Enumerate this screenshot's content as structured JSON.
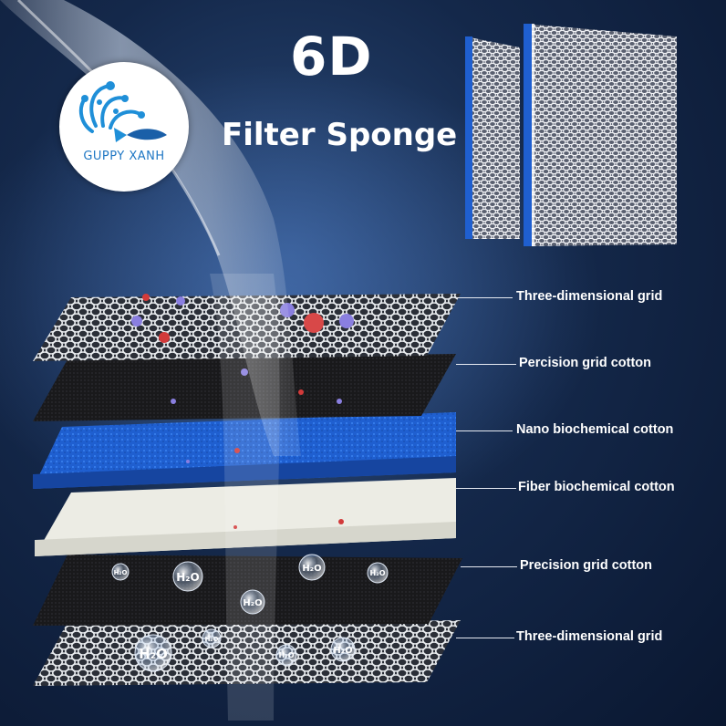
{
  "brand": {
    "name": "GUPPY XANH"
  },
  "heading": {
    "line1": "6D",
    "line2": "Filter Sponge"
  },
  "layers": [
    {
      "label": "Three-dimensional grid"
    },
    {
      "label": "Percision grid cotton"
    },
    {
      "label": "Nano biochemical cotton"
    },
    {
      "label": "Fiber biochemical cotton"
    },
    {
      "label": "Precision grid cotton"
    },
    {
      "label": "Three-dimensional grid"
    }
  ],
  "bubbles": {
    "text": "H₂O"
  },
  "colors": {
    "background": "#14284a",
    "blue_sponge": "#1f63d6",
    "fiber_white": "#ecece4",
    "black_cotton": "#1a1a1c",
    "logo_blue": "#1f77c4"
  }
}
